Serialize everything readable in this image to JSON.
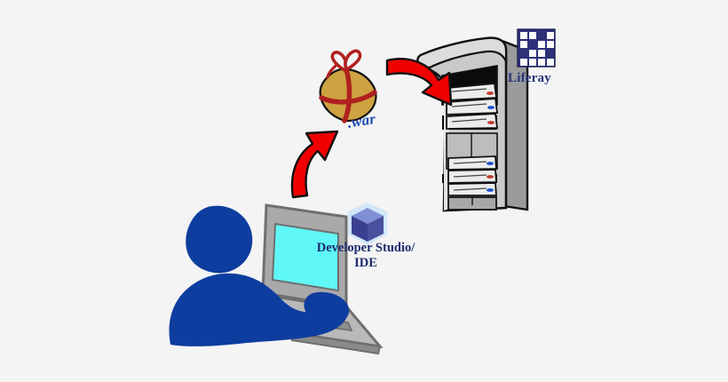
{
  "diagram": {
    "title": "Liferay WAR deployment workflow",
    "background_color": "#f4f4f4",
    "nodes": {
      "developer": {
        "name": "developer-silhouette",
        "color": "#0d3d9e"
      },
      "laptop": {
        "name": "laptop",
        "screen_color": "#5ff7f7",
        "body_color": "#a9a9a9",
        "outline_color": "#6f6f6f"
      },
      "ide": {
        "label_line1": "Developer Studio/",
        "label_line2": "IDE",
        "icon": "cube-icon",
        "text_color": "#1b2a6e",
        "cube_front_color": "#3b3f8f",
        "cube_top_color": "#7f8fd6",
        "cube_side_color": "#4a4f9e",
        "badge_color": "#cfe6f7"
      },
      "war_package": {
        "label": ".war",
        "icon": "gift-box-icon",
        "box_color": "#cda241",
        "ribbon_color": "#b0201f",
        "text_color": "#1f4fb0"
      },
      "server": {
        "label": "Liferay",
        "icon": "server-tower-icon",
        "body_color": "#c9c9c9",
        "shadow_color": "#9b9b9b",
        "interior_color": "#0b0b0b",
        "drive_color": "#e6e6e6",
        "text_color": "#25347a",
        "logo": {
          "name": "liferay-logo",
          "background_color": "#2c3178",
          "tile_color": "#ffffff",
          "grid": [
            [
              1,
              1,
              0,
              1
            ],
            [
              1,
              0,
              1,
              1
            ],
            [
              0,
              1,
              1,
              0
            ],
            [
              1,
              1,
              1,
              1
            ]
          ]
        },
        "drive_leds": [
          "#c0392b",
          "#1a4fd0",
          "#c0392b",
          "#1a4fd0",
          "#c0392b",
          "#1a4fd0"
        ]
      }
    },
    "arrows": [
      {
        "name": "arrow-build-to-war",
        "color": "#f00000",
        "outline_color": "#111111",
        "direction": "up-right",
        "from": "laptop",
        "to": "war_package"
      },
      {
        "name": "arrow-war-to-server",
        "color": "#f00000",
        "outline_color": "#111111",
        "direction": "down-right",
        "from": "war_package",
        "to": "server"
      }
    ]
  }
}
